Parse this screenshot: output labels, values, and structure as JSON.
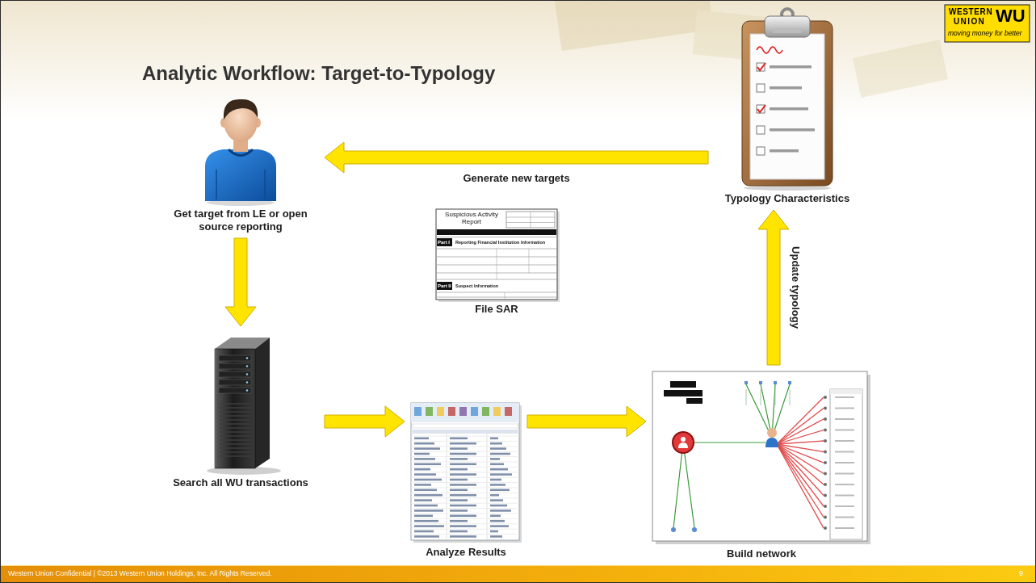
{
  "diagram": {
    "title": "Analytic Workflow: Target-to-Typology",
    "nodes": [
      {
        "text": [
          "Get target from LE or open source reporting"
        ]
      },
      {
        "text": [
          "Typology Characteristics"
        ]
      },
      {
        "text": [
          "File SAR"
        ]
      },
      {
        "text": [
          "Search all WU transactions"
        ]
      },
      {
        "text": [
          "Analyze Results"
        ]
      },
      {
        "text": [
          "Build network"
        ]
      }
    ],
    "edges": [
      {
        "from": 0,
        "to": 3,
        "arrow": "to"
      },
      {
        "from": 3,
        "to": 4,
        "arrow": "to"
      },
      {
        "from": 4,
        "to": 5,
        "arrow": "to"
      },
      {
        "from": 5,
        "to": 1,
        "label": "Update typology",
        "arrow": "to"
      },
      {
        "from": 1,
        "to": 0,
        "label": "Generate new targets",
        "arrow": "to"
      }
    ],
    "labels": [
      "WESTERN",
      "UNION",
      "WU",
      "moving money for better",
      "Suspicious Activity Report",
      "Part I",
      "Reporting Financial Institution Information",
      "Part II",
      "Suspect Information",
      "Western Union Confidential | ©2013 Western Union Holdings, Inc. All Rights Reserved.",
      "9"
    ]
  }
}
